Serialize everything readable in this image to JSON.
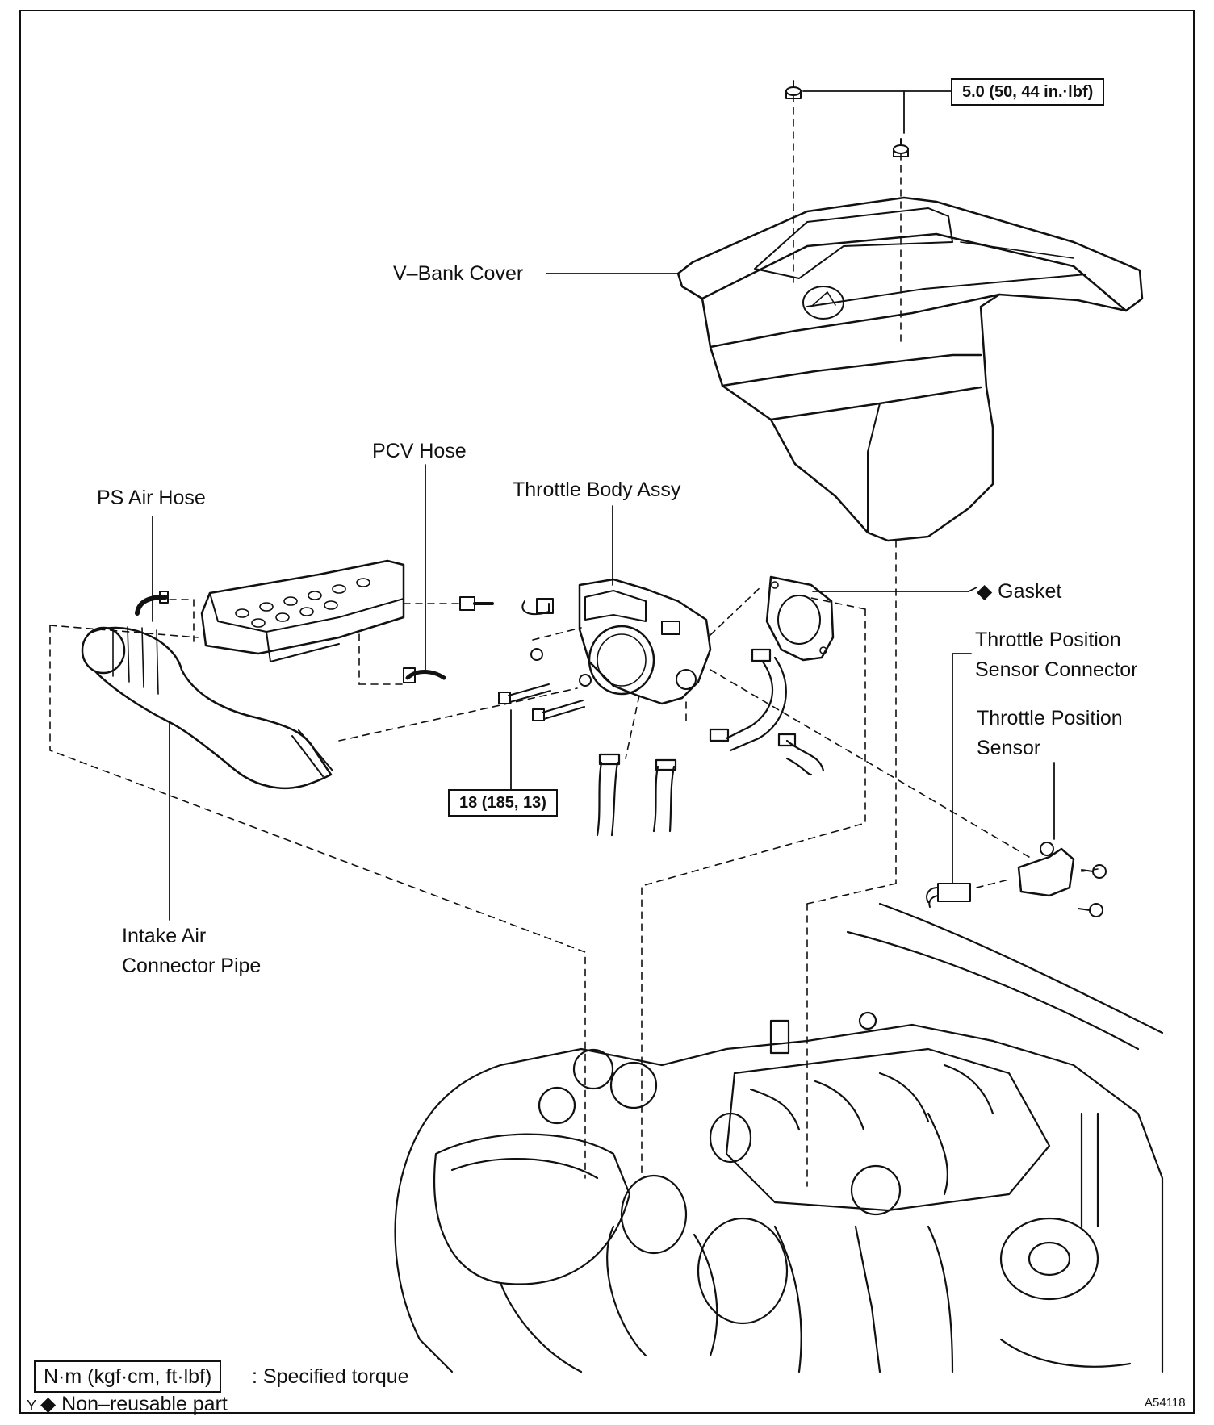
{
  "labels": {
    "v_bank_cover": "V–Bank Cover",
    "pcv_hose": "PCV Hose",
    "ps_air_hose": "PS Air Hose",
    "throttle_body_assy": "Throttle Body Assy",
    "gasket": "◆ Gasket",
    "tps_connector_line1": "Throttle Position",
    "tps_connector_line2": "Sensor Connector",
    "tps_line1": "Throttle Position",
    "tps_line2": "Sensor",
    "intake_pipe_line1": "Intake Air",
    "intake_pipe_line2": "Connector Pipe"
  },
  "torque_specs": {
    "cover_nut": "5.0  (50, 44 in.·lbf)",
    "throttle_bolt": "18 (185, 13)"
  },
  "legend": {
    "torque_unit": "N·m (kgf·cm, ft·lbf)",
    "torque_desc": ": Specified torque",
    "non_reusable": "◆ Non–reusable part",
    "corner_mark": "Y"
  },
  "figure_code": "A54118"
}
